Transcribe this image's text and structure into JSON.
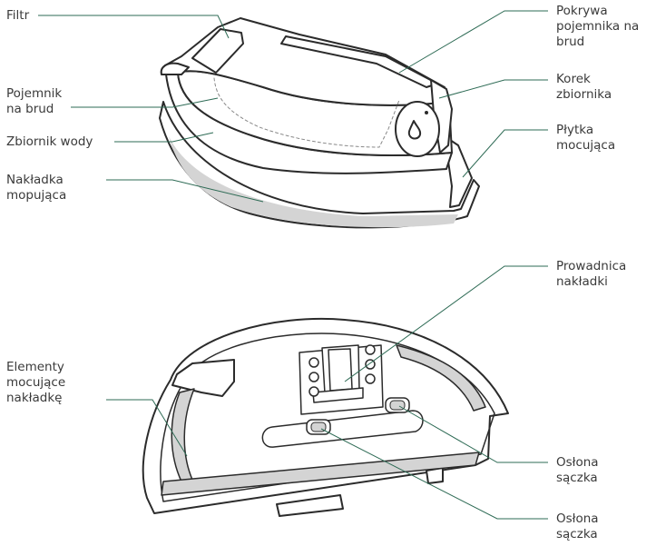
{
  "labels": {
    "filtr": "Filtr",
    "pojemnik_na_brud": "Pojemnik\nna brud",
    "zbiornik_wody": "Zbiornik wody",
    "nakladka_mopujaca": "Nakładka\nmopująca",
    "pokrywa": "Pokrywa\npojemnika na\nbrud",
    "korek": "Korek\nzbiornika",
    "plytka": "Płytka\nmocująca",
    "prowadnica": "Prowadnica\nnakładki",
    "elementy": "Elementy\nmocujące\nnakładkę",
    "oslona_1": "Osłona\nsączka",
    "oslona_2": "Osłona\nsączka"
  },
  "colors": {
    "outline": "#2b2b2b",
    "leader": "#2e6b55",
    "pad": "#d4d4d4",
    "fill": "#ffffff"
  }
}
